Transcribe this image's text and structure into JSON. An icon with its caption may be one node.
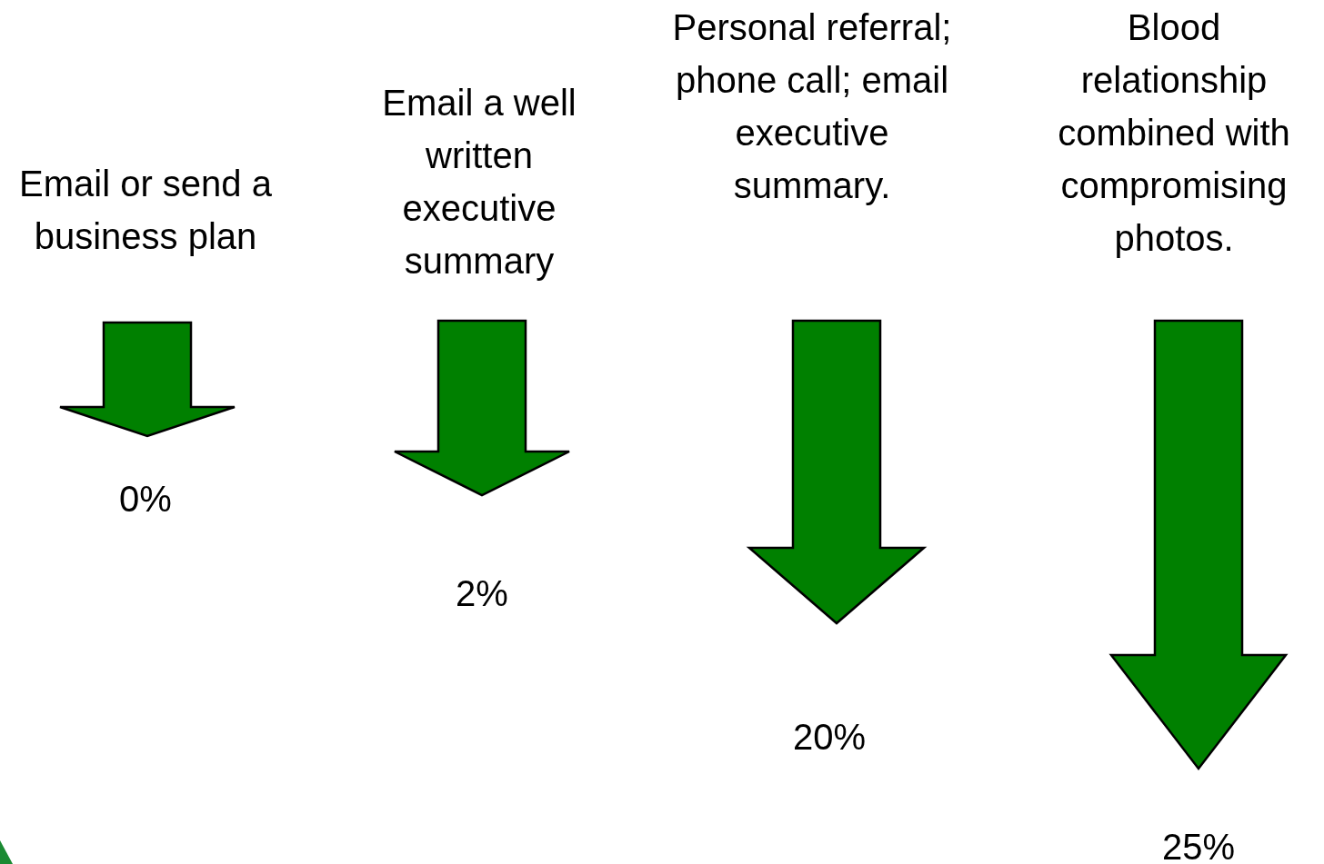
{
  "diagram": {
    "nodes": [
      {
        "text": [
          "Email or send a business plan"
        ]
      },
      {
        "text": [
          "Email a well written executive summary"
        ]
      },
      {
        "text": [
          "Personal referral;  phone call; email executive summary."
        ]
      },
      {
        "text": [
          "Blood relationship combined with compromising photos."
        ]
      },
      {
        "text": [
          "0%"
        ]
      },
      {
        "text": [
          "2%"
        ]
      },
      {
        "text": [
          "20%"
        ]
      },
      {
        "text": [
          "25%"
        ]
      }
    ],
    "edges": [
      {
        "from": 0,
        "to": 4,
        "arrow": "to",
        "style": "thick"
      },
      {
        "from": 1,
        "to": 5,
        "arrow": "to",
        "style": "thick"
      },
      {
        "from": 2,
        "to": 6,
        "arrow": "to",
        "style": "thick"
      },
      {
        "from": 3,
        "to": 7,
        "arrow": "to",
        "style": "thick"
      }
    ]
  }
}
